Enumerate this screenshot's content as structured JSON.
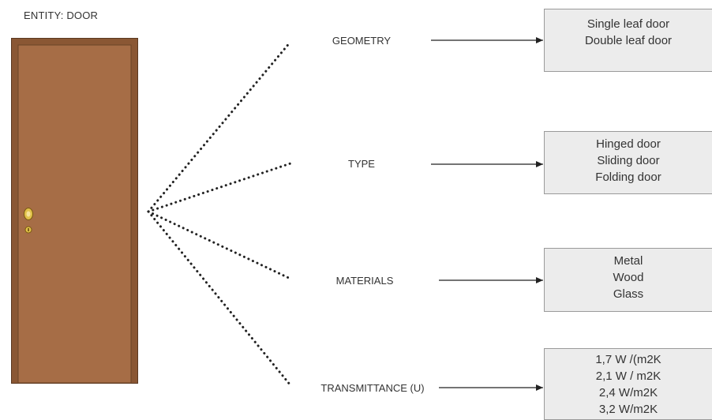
{
  "entity": {
    "label": "ENTITY: DOOR"
  },
  "attributes": [
    {
      "name": "GEOMETRY",
      "values": [
        "Single leaf door",
        "Double leaf door"
      ]
    },
    {
      "name": "TYPE",
      "values": [
        "Hinged door",
        "Sliding door",
        "Folding door"
      ]
    },
    {
      "name": "MATERIALS",
      "values": [
        "Metal",
        "Wood",
        "Glass"
      ]
    },
    {
      "name": "TRANSMITTANCE (U)",
      "values": [
        "1,7 W /(m2K",
        "2,1 W / m2K",
        "2,4  W/m2K",
        "3,2  W/m2K"
      ]
    }
  ],
  "colors": {
    "door_frame": "#8a5734",
    "door_panel": "#a66d46",
    "handle": "#e2c24a",
    "box_fill": "#ececec"
  }
}
